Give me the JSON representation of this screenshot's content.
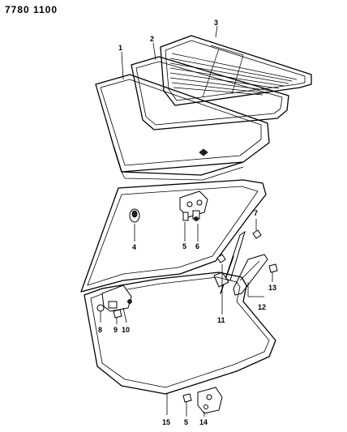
{
  "header": {
    "code": "7780 1100"
  },
  "callouts": [
    {
      "id": "c1",
      "label": "1"
    },
    {
      "id": "c2",
      "label": "2"
    },
    {
      "id": "c3",
      "label": "3"
    },
    {
      "id": "c4",
      "label": "4"
    },
    {
      "id": "c5a",
      "label": "5"
    },
    {
      "id": "c6",
      "label": "6"
    },
    {
      "id": "c7",
      "label": "7"
    },
    {
      "id": "c8",
      "label": "8"
    },
    {
      "id": "c9",
      "label": "9"
    },
    {
      "id": "c10",
      "label": "10"
    },
    {
      "id": "c11",
      "label": "11"
    },
    {
      "id": "c12",
      "label": "12"
    },
    {
      "id": "c13",
      "label": "13"
    },
    {
      "id": "c14",
      "label": "14"
    },
    {
      "id": "c15",
      "label": "15"
    },
    {
      "id": "c5b",
      "label": "5"
    }
  ]
}
